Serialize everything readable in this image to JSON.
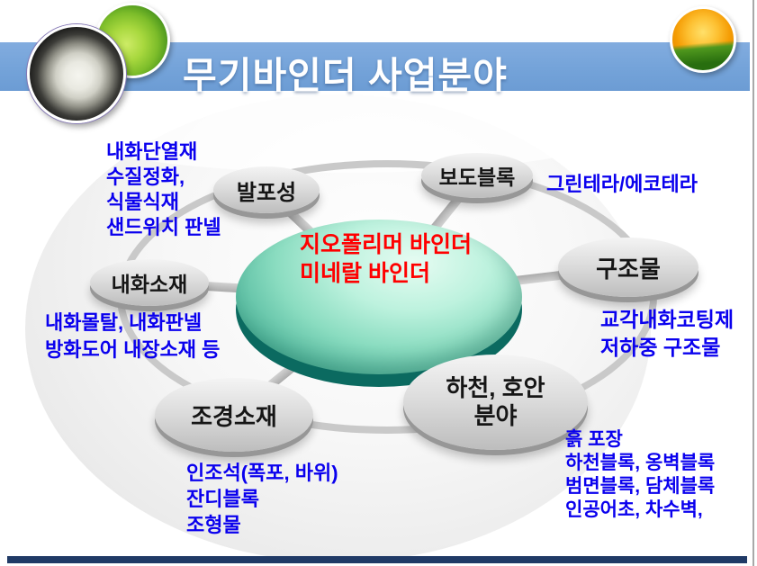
{
  "slide": {
    "title": "무기바인더 사업분야",
    "colors": {
      "header_blue": "#74a3d9",
      "footer_navy": "#203a66",
      "annotation_blue": "#0a00ee",
      "center_text_red": "#ff0000",
      "center_ellipse_teal": "#52b89d",
      "node_gray": "#dddddd"
    }
  },
  "diagram": {
    "center": {
      "lines": [
        "지오폴리머 바인더",
        "미네랄 바인더"
      ]
    },
    "nodes": [
      {
        "id": "foaming",
        "label": "발포성"
      },
      {
        "id": "pavement",
        "label": "보도블록"
      },
      {
        "id": "structure",
        "label": "구조물"
      },
      {
        "id": "fireproof",
        "label": "내화소재"
      },
      {
        "id": "landscape",
        "label": "조경소재"
      },
      {
        "id": "river",
        "label": "하천, 호안",
        "label2": "분야"
      }
    ],
    "annotations": [
      {
        "id": "foaming-note",
        "lines": [
          "내화단열재",
          "수질정화,",
          "식물식재",
          "샌드위치 판넬"
        ]
      },
      {
        "id": "pavement-note",
        "lines": [
          "그린테라/에코테라"
        ]
      },
      {
        "id": "fireproof-note",
        "lines": [
          "내화몰탈, 내화판넬",
          "방화도어 내장소재 등"
        ]
      },
      {
        "id": "structure-note",
        "lines": [
          "교각내화코팅제",
          "저하중 구조물"
        ]
      },
      {
        "id": "landscape-note",
        "lines": [
          "인조석(폭포, 바위)",
          "잔디블록",
          "조형물"
        ]
      },
      {
        "id": "river-note",
        "lines": [
          "흙 포장",
          "하천블록, 옹벽블록",
          "범면블록, 담체블록",
          "인공어초, 차수벽,"
        ]
      }
    ]
  },
  "decor": {
    "photos": [
      "dandelion-photo",
      "leaf-photo",
      "tulip-photo"
    ]
  }
}
